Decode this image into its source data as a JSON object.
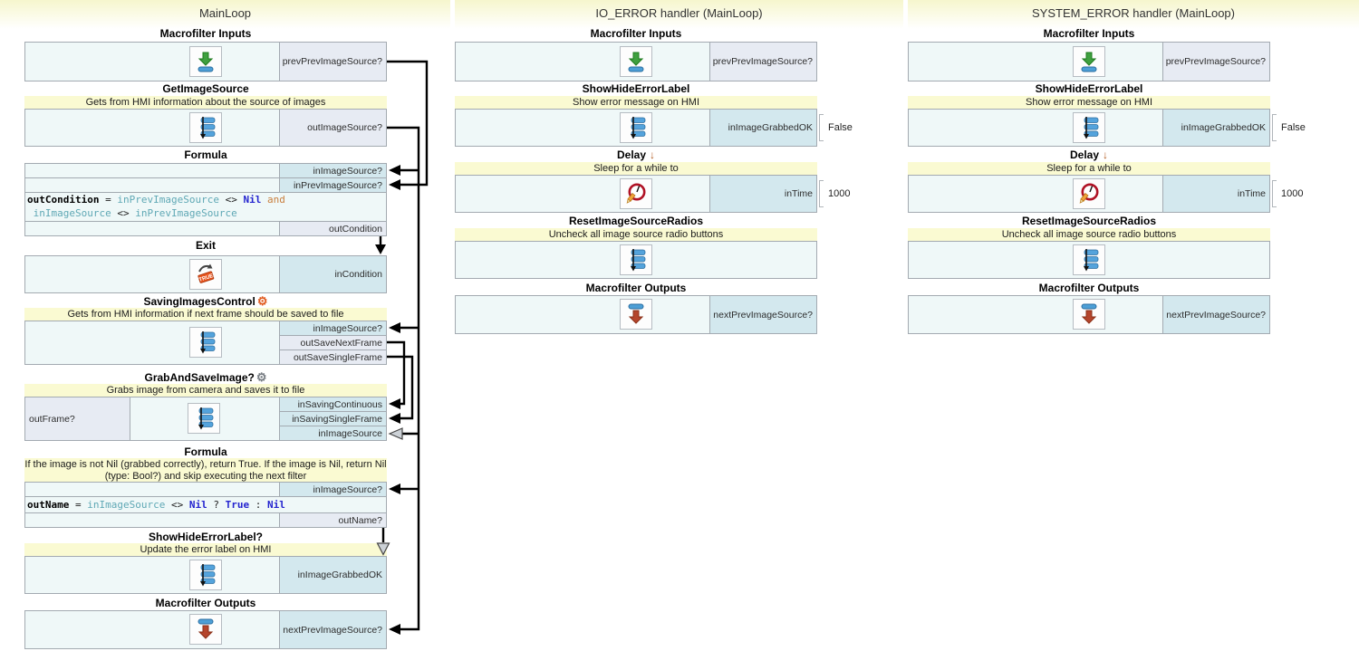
{
  "icons": {
    "gear": "⚙",
    "down_arrow": "↓"
  },
  "columns": {
    "main": {
      "header": "MainLoop",
      "inputs": {
        "title": "Macrofilter Inputs",
        "port": "prevPrevImageSource?"
      },
      "get_image_source": {
        "title": "GetImageSource",
        "comment": "Gets from HMI information about the source of images",
        "port": "outImageSource?"
      },
      "formula1": {
        "title": "Formula",
        "port_in1": "inImageSource?",
        "port_in2": "inPrevImageSource?",
        "port_out": "outCondition",
        "code": {
          "t0": "outCondition",
          "t1": " = ",
          "t2": "inPrevImageSource",
          "t3": " <> ",
          "t4": "Nil",
          "t5": " and",
          "t6": " inImageSource",
          "t7": " <> ",
          "t8": "inPrevImageSource"
        }
      },
      "exit": {
        "title": "Exit",
        "port": "inCondition"
      },
      "saving_images_control": {
        "title": "SavingImagesControl",
        "comment": "Gets from HMI information if next frame should be saved to file",
        "port_in": "inImageSource?",
        "port_out1": "outSaveNextFrame",
        "port_out2": "outSaveSingleFrame"
      },
      "grab_and_save_image": {
        "title": "GrabAndSaveImage?",
        "comment": "Grabs image from camera and saves it to file",
        "port_left": "outFrame?",
        "port_in1": "inSavingContinuous",
        "port_in2": "inSavingSingleFrame",
        "port_in3": "inImageSource"
      },
      "formula2": {
        "title": "Formula",
        "comment": "If the image is not Nil (grabbed correctly), return True. If the image is Nil, return Nil (type: Bool?) and skip executing the next filter",
        "port_in": "inImageSource?",
        "port_out": "outName?",
        "code": {
          "t0": "outName",
          "t1": " = ",
          "t2": "inImageSource",
          "t3": " <> ",
          "t4": "Nil",
          "t5": " ? ",
          "t6": "True",
          "t7": " : ",
          "t8": "Nil"
        }
      },
      "show_hide_error_label": {
        "title": "ShowHideErrorLabel?",
        "comment": "Update the error label on HMI",
        "port": "inImageGrabbedOK"
      },
      "outputs": {
        "title": "Macrofilter Outputs",
        "port": "nextPrevImageSource?"
      }
    },
    "io_error": {
      "header": "IO_ERROR handler (MainLoop)",
      "inputs": {
        "title": "Macrofilter Inputs",
        "port": "prevPrevImageSource?"
      },
      "show_hide_error_label": {
        "title": "ShowHideErrorLabel",
        "comment": "Show error message on HMI",
        "port": "inImageGrabbedOK",
        "value": "False"
      },
      "delay": {
        "title": "Delay",
        "comment": "Sleep for a while to",
        "port": "inTime",
        "value": "1000"
      },
      "reset_image_source_radios": {
        "title": "ResetImageSourceRadios",
        "comment": "Uncheck all image source radio buttons"
      },
      "outputs": {
        "title": "Macrofilter Outputs",
        "port": "nextPrevImageSource?"
      }
    },
    "system_error": {
      "header": "SYSTEM_ERROR handler (MainLoop)",
      "inputs": {
        "title": "Macrofilter Inputs",
        "port": "prevPrevImageSource?"
      },
      "show_hide_error_label": {
        "title": "ShowHideErrorLabel",
        "comment": "Show error message on HMI",
        "port": "inImageGrabbedOK",
        "value": "False"
      },
      "delay": {
        "title": "Delay",
        "comment": "Sleep for a while to",
        "port": "inTime",
        "value": "1000"
      },
      "reset_image_source_radios": {
        "title": "ResetImageSourceRadios",
        "comment": "Uncheck all image source radio buttons"
      },
      "outputs": {
        "title": "Macrofilter Outputs",
        "port": "nextPrevImageSource?"
      }
    }
  }
}
